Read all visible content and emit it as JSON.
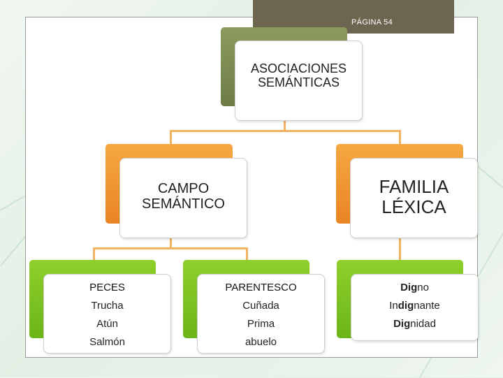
{
  "page": {
    "label": "PÁGINA 54"
  },
  "root": {
    "lines": [
      "ASOCIACIONES",
      "SEMÁNTICAS"
    ]
  },
  "left": {
    "lines": [
      "CAMPO",
      "SEMÁNTICO"
    ]
  },
  "right": {
    "lines": [
      "FAMILIA",
      "LÉXICA"
    ]
  },
  "lists": {
    "peces": {
      "items": [
        "PECES",
        "Trucha",
        "Atún",
        "Salmón"
      ]
    },
    "parentesco": {
      "items": [
        "PARENTESCO",
        "Cuñada",
        "Prima",
        "abuelo"
      ]
    },
    "digno": {
      "items": [
        {
          "pre": "",
          "bold": "Dig",
          "post": "no"
        },
        {
          "pre": "In",
          "bold": "dig",
          "post": "nante"
        },
        {
          "pre": "",
          "bold": "Dig",
          "post": "nidad"
        }
      ]
    }
  },
  "colors": {
    "root_back": "#7b8a52",
    "orange_back": "#f09530",
    "green_back": "#7cc520",
    "connector": "#f3b25f",
    "page_tab": "#6e6551"
  }
}
